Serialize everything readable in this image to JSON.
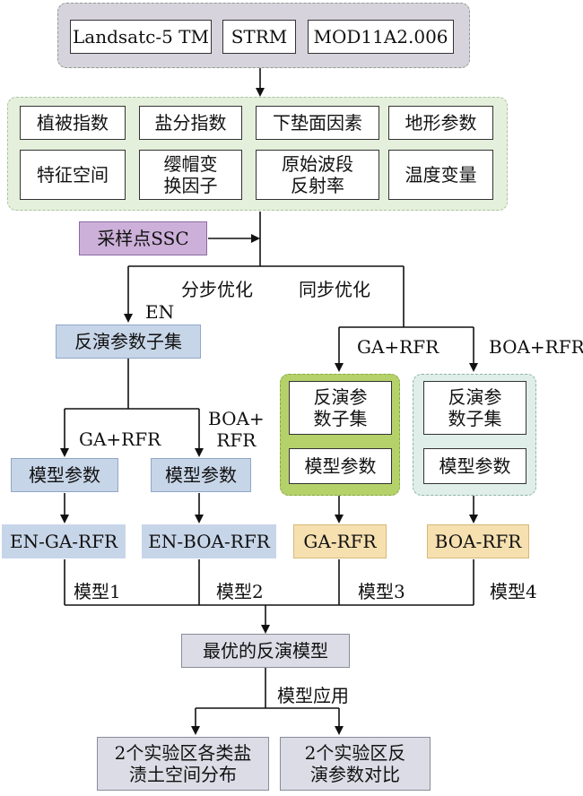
{
  "data_sources": [
    "Landsatc-5 TM",
    "STRM",
    "MOD11A2.006"
  ],
  "features": [
    "植被指数",
    "盐分指数",
    "下垫面因素",
    "地形参数",
    "特征空间",
    "缨帽变\n换因子",
    "原始波段\n反射率",
    "温度变量"
  ],
  "sample": "采样点SSC",
  "branch_left": "分步优化",
  "branch_right": "同步优化",
  "en_label": "EN",
  "inversion_subset": "反演参数子集",
  "ga_rfr_label": "GA+RFR",
  "boa_rfr_label": "BOA+RFR",
  "boa_rfr_label_split": "BOA+\nRFR",
  "group_subset": "反演参\n数子集",
  "model_params": "模型参数",
  "models": [
    "EN-GA-RFR",
    "EN-BOA-RFR",
    "GA-RFR",
    "BOA-RFR"
  ],
  "model_numbers": [
    "模型1",
    "模型2",
    "模型3",
    "模型4"
  ],
  "best_model": "最优的反演模型",
  "model_application": "模型应用",
  "outputs": [
    "2个实验区各类盐\n渍土空间分布",
    "2个实验区反\n演参数对比"
  ]
}
